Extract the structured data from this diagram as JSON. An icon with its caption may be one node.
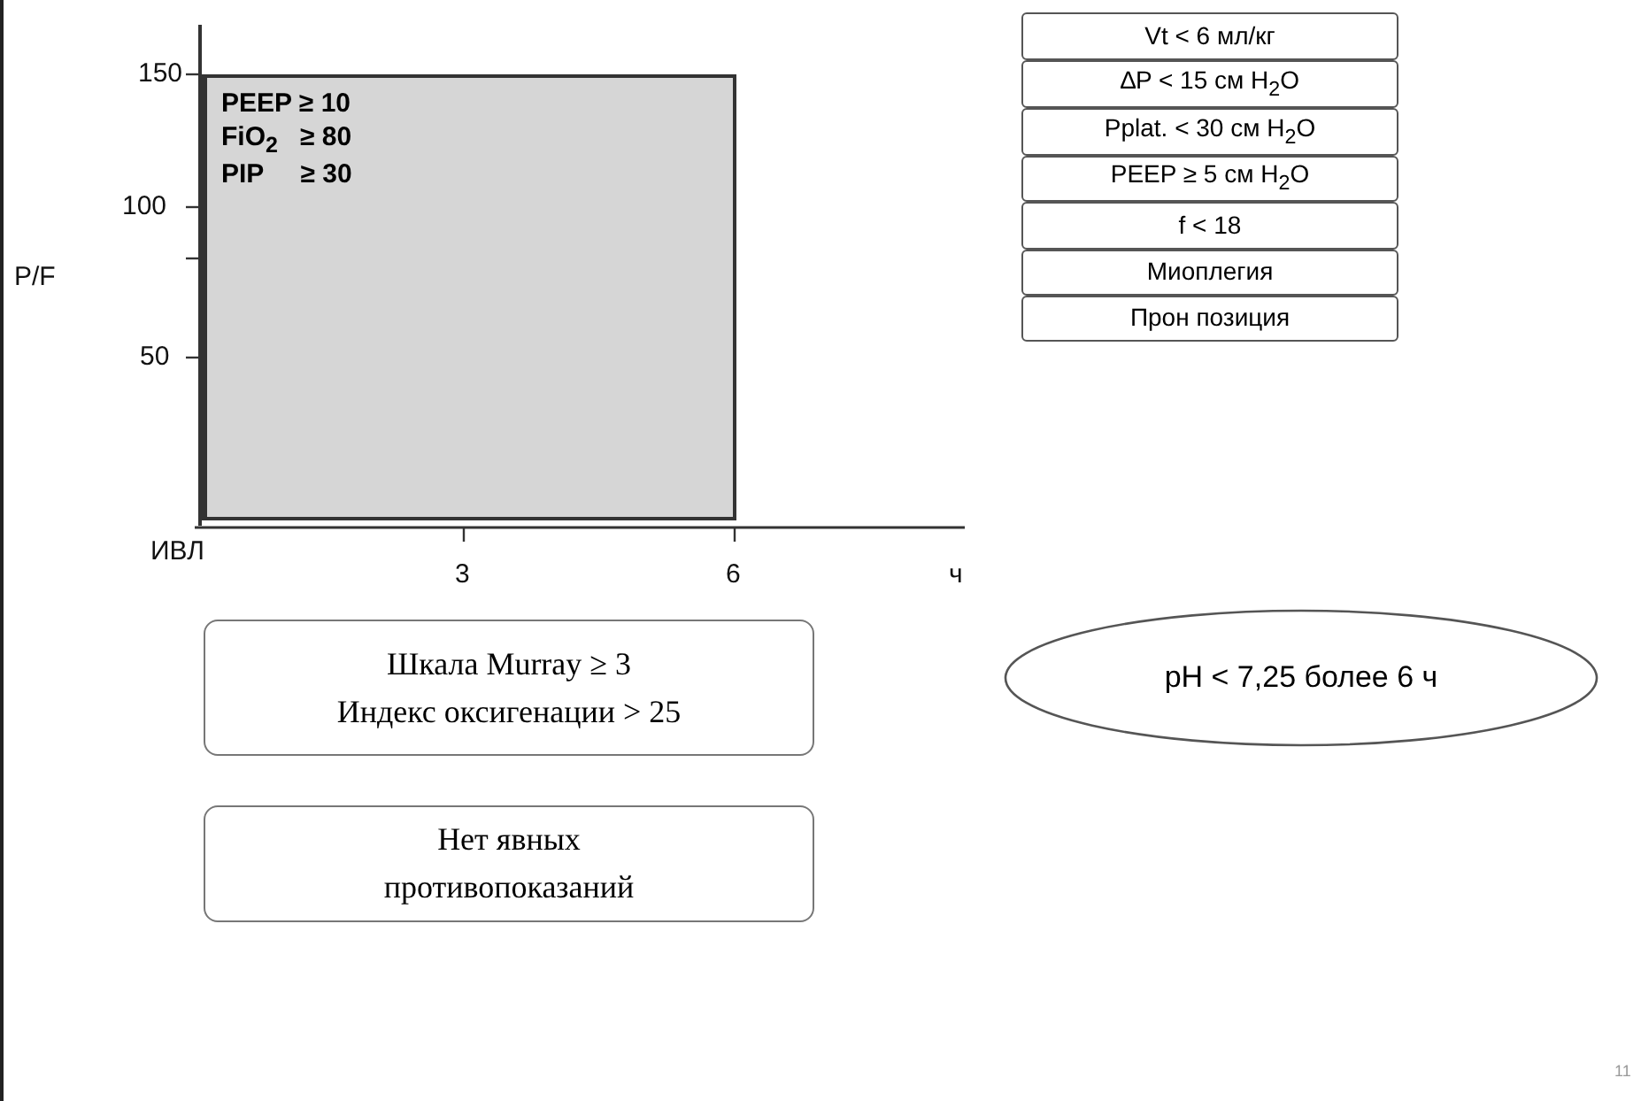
{
  "diagram": {
    "nodes": [
      {
        "text": [
          "PEEP ≥ 10",
          "FiO$_{2}$   ≥ 80",
          "PIP     ≥ 30"
        ]
      },
      {
        "text": [
          "Vt < 6 мл/кг"
        ]
      },
      {
        "text": [
          "∆P < 15 см H$_{2}$O"
        ]
      },
      {
        "text": [
          "Pplat. < 30 см H$_{2}$O"
        ]
      },
      {
        "text": [
          "PEEP ≥ 5 см H$_{2}$O"
        ]
      },
      {
        "text": [
          "f < 18"
        ]
      },
      {
        "text": [
          "Миоплегия"
        ]
      },
      {
        "text": [
          "Прон позиция"
        ]
      },
      {
        "text": [
          "Шкала Murray ≥ 3",
          "Индекс оксигенации > 25"
        ]
      },
      {
        "text": [
          "Нет явных противопоказаний"
        ]
      },
      {
        "text": [
          "pH < 7,25 более 6 ч"
        ]
      }
    ],
    "edges": [],
    "labels": [
      "150",
      "100",
      "P/F",
      "50",
      "ИВЛ",
      "3",
      "6",
      "ч",
      "11"
    ]
  }
}
